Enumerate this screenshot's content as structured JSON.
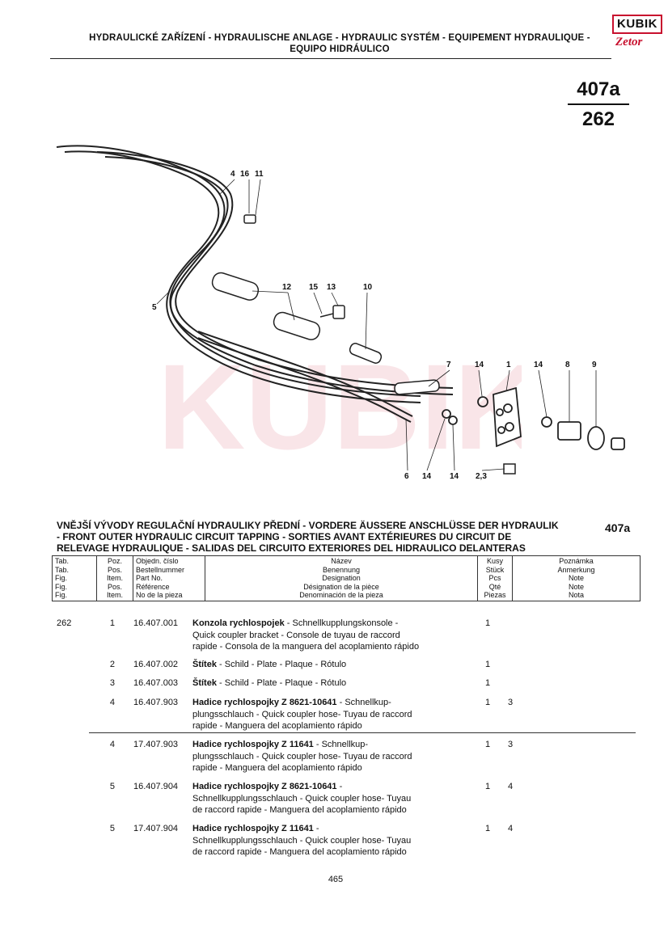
{
  "header": {
    "title_line1": "HYDRAULICKÉ ZAŘÍZENÍ - HYDRAULISCHE ANLAGE - HYDRAULIC SYSTÉM - EQUIPEMENT HYDRAULIQUE -",
    "title_line2": "EQUIPO HIDRÁULICO",
    "logo_brand": "KUBIK",
    "logo_brand2": "Zetor",
    "page_group": "407a",
    "page_sub": "262"
  },
  "diagram": {
    "callouts": [
      "4",
      "16",
      "11",
      "12",
      "15",
      "13",
      "10",
      "5",
      "7",
      "14",
      "1",
      "14",
      "8",
      "9",
      "6",
      "14",
      "14",
      "2,3"
    ],
    "watermark": "KUBIK"
  },
  "section": {
    "line1": "VNĚJŠÍ VÝVODY REGULAČNÍ HYDRAULIKY PŘEDNÍ - VORDERE ÄUSSERE ANSCHLÜSSE DER HYDRAULIK",
    "line2": "- FRONT OUTER HYDRAULIC CIRCUIT TAPPING - SORTIES AVANT EXTÉRIEURES DU CIRCUIT DE",
    "line3": "RELEVAGE HYDRAULIQUE - SALIDAS DEL CIRCUITO EXTERIORES DEL HIDRAULICO DELANTERAS",
    "code": "407a"
  },
  "table_header": {
    "tab": [
      "Tab.",
      "Tab.",
      "Fig.",
      "Fig.",
      "Fig."
    ],
    "pos": [
      "Poz.",
      "Pos.",
      "Item.",
      "Pos.",
      "Item."
    ],
    "ref": [
      "Objedn. číslo",
      "Bestellnummer",
      "Part No.",
      "Référence",
      "No de la pieza"
    ],
    "name": [
      "Název",
      "Benennung",
      "Designation",
      "Désignation de la pièce",
      "Denominación de la pieza"
    ],
    "qty": [
      "Kusy",
      "Stück",
      "Pcs",
      "Qté",
      "Piezas"
    ],
    "note": [
      "Poznámka",
      "Anmerkung",
      "Note",
      "Note",
      "Nota"
    ]
  },
  "rows": [
    {
      "tab": "262",
      "pos": "1",
      "ref": "16.407.001",
      "bold": "Konzola rychlospojek",
      "rest1": " - Schnellkupplungskonsole -",
      "lines": [
        "Quick coupler bracket - Console de tuyau de raccord",
        "rapide - Consola de la manguera del acoplamiento rápido"
      ],
      "qty": "1",
      "note": ""
    },
    {
      "tab": "",
      "pos": "2",
      "ref": "16.407.002",
      "bold": "Štítek",
      "rest1": " - Schild - Plate - Plaque - Rótulo",
      "lines": [],
      "qty": "1",
      "note": ""
    },
    {
      "tab": "",
      "pos": "3",
      "ref": "16.407.003",
      "bold": "Štítek",
      "rest1": " - Schild - Plate - Plaque - Rótulo",
      "lines": [],
      "qty": "1",
      "note": ""
    },
    {
      "tab": "",
      "pos": "4",
      "ref": "16.407.903",
      "bold": "Hadice rychlospojky  Z 8621-10641",
      "rest1": " - Schnellkup-",
      "lines": [
        "plungsschlauch - Quick coupler hose- Tuyau de raccord",
        "rapide - Manguera del acoplamiento rápido"
      ],
      "qty": "1",
      "note": "3"
    },
    {
      "tab": "",
      "pos": "4",
      "ref": "17.407.903",
      "bold": "Hadice rychlospojky Z 11641",
      "rest1": " - Schnellkup-",
      "lines": [
        "plungsschlauch - Quick coupler hose- Tuyau de raccord",
        "rapide - Manguera del acoplamiento rápido"
      ],
      "qty": "1",
      "note": "3"
    },
    {
      "tab": "",
      "pos": "5",
      "ref": "16.407.904",
      "bold": "Hadice rychlospojky Z 8621-10641",
      "rest1": " -",
      "lines": [
        "Schnellkupplungsschlauch - Quick coupler hose- Tuyau",
        "de raccord rapide - Manguera del acoplamiento rápido"
      ],
      "qty": "1",
      "note": "4"
    },
    {
      "tab": "",
      "pos": "5",
      "ref": "17.407.904",
      "bold": "Hadice rychlospojky Z 11641",
      "rest1": " -",
      "lines": [
        "Schnellkupplungsschlauch - Quick coupler hose- Tuyau",
        "de raccord rapide - Manguera del acoplamiento rápido"
      ],
      "qty": "1",
      "note": "4"
    }
  ],
  "footer": {
    "page": "465"
  }
}
